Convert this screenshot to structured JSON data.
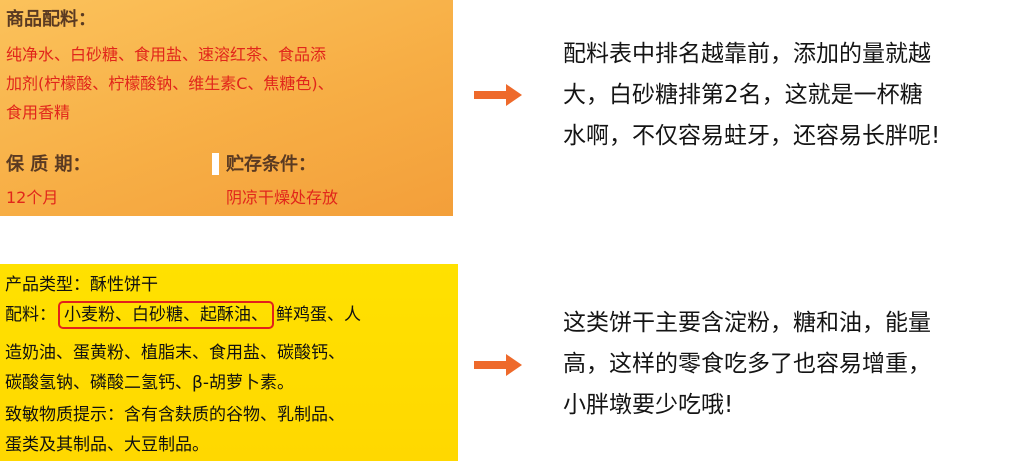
{
  "top": {
    "label": {
      "ingredients_heading": "商品配料：",
      "ingredients_lines": [
        "纯净水、白砂糖、食用盐、速溶红茶、食品添",
        "加剂(柠檬酸、柠檬酸钠、维生素C、焦糖色)、",
        "食用香精"
      ],
      "shelf_life_heading": "保 质 期：",
      "storage_heading": "贮存条件：",
      "shelf_life_value": "12个月",
      "storage_value": "阴凉干燥处存放"
    },
    "note_lines": [
      "配料表中排名越靠前，添加的量就越",
      "大，白砂糖排第2名，这就是一杯糖",
      "水啊，不仅容易蛀牙，还容易长胖呢!"
    ]
  },
  "bottom": {
    "label": {
      "product_type": "产品类型：酥性饼干",
      "ingredients_prefix": "配料：",
      "ingredients_highlighted": "小麦粉、白砂糖、起酥油、",
      "ingredients_rest": "鲜鸡蛋、人",
      "lines": [
        "造奶油、蛋黄粉、植脂末、食用盐、碳酸钙、",
        "碳酸氢钠、磷酸二氢钙、β-胡萝卜素。",
        "致敏物质提示：含有含麸质的谷物、乳制品、",
        "蛋类及其制品、大豆制品。"
      ]
    },
    "note_lines": [
      "这类饼干主要含淀粉，糖和油，能量",
      "高，这样的零食吃多了也容易增重，",
      "小胖墩要少吃哦!"
    ]
  },
  "colors": {
    "arrow": "#ee6a2b",
    "top_label_bg": "#f7ae45",
    "bottom_label_bg": "#ffdd00",
    "highlight_box": "#e2211c",
    "label_red_text": "#e1261b"
  }
}
